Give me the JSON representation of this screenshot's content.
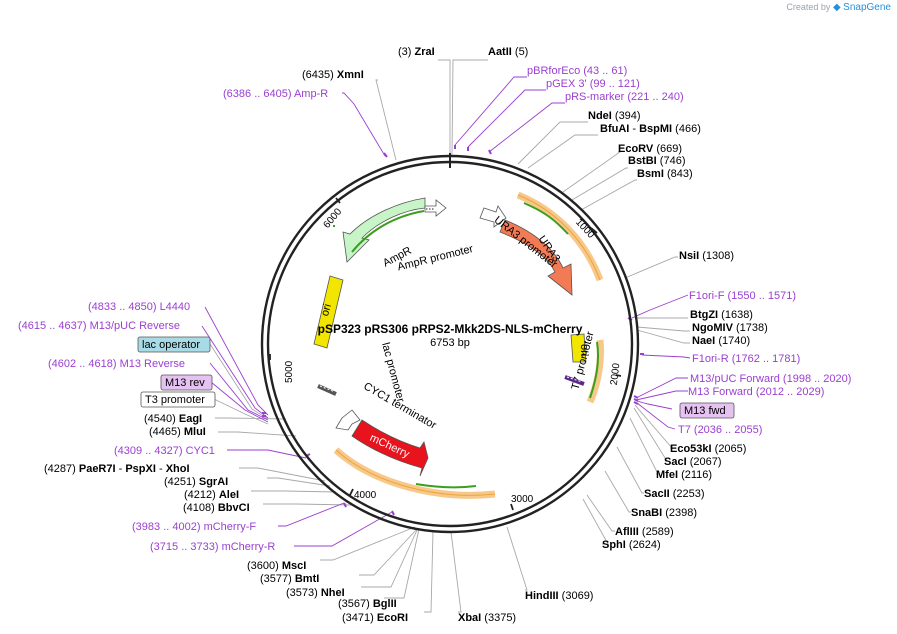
{
  "credit": {
    "prefix": "Created by",
    "brand": "SnapGene"
  },
  "plasmid": {
    "name": "pSP323 pRS306 pRPS2-Mkk2DS-NLS-mCherry",
    "size": "6753 bp",
    "length": 6753
  },
  "ticks": [
    "1000",
    "2000",
    "3000",
    "4000",
    "5000",
    "6000"
  ],
  "sites": [
    {
      "id": "zrai",
      "pos": "(3)",
      "name": "ZraI"
    },
    {
      "id": "aatii",
      "pos": "(5)",
      "name": "AatII"
    },
    {
      "id": "xmni",
      "pos": "(6435)",
      "name": "XmnI"
    },
    {
      "id": "ndei",
      "pos": "(394)",
      "name": "NdeI"
    },
    {
      "id": "bfuai",
      "pos": "(466)",
      "name": "BfuAI",
      "name2": "BspMI"
    },
    {
      "id": "ecorv",
      "pos": "(669)",
      "name": "EcoRV"
    },
    {
      "id": "bstbi",
      "pos": "(746)",
      "name": "BstBI"
    },
    {
      "id": "bsmi",
      "pos": "(843)",
      "name": "BsmI"
    },
    {
      "id": "nsii",
      "pos": "(1308)",
      "name": "NsiI"
    },
    {
      "id": "btgzi",
      "pos": "(1638)",
      "name": "BtgZI"
    },
    {
      "id": "ngomiv",
      "pos": "(1738)",
      "name": "NgoMIV"
    },
    {
      "id": "naei",
      "pos": "(1740)",
      "name": "NaeI"
    },
    {
      "id": "eco53ki",
      "pos": "(2065)",
      "name": "Eco53kI"
    },
    {
      "id": "saci",
      "pos": "(2067)",
      "name": "SacI"
    },
    {
      "id": "mfei",
      "pos": "(2116)",
      "name": "MfeI"
    },
    {
      "id": "sacii",
      "pos": "(2253)",
      "name": "SacII"
    },
    {
      "id": "snabi",
      "pos": "(2398)",
      "name": "SnaBI"
    },
    {
      "id": "aflii",
      "pos": "(2589)",
      "name": "AflIII"
    },
    {
      "id": "sphi",
      "pos": "(2624)",
      "name": "SphI"
    },
    {
      "id": "hindiii",
      "pos": "(3069)",
      "name": "HindIII"
    },
    {
      "id": "xbai",
      "pos": "(3375)",
      "name": "XbaI"
    },
    {
      "id": "ecori",
      "pos": "(3471)",
      "name": "EcoRI"
    },
    {
      "id": "bglii",
      "pos": "(3567)",
      "name": "BglII"
    },
    {
      "id": "nhei",
      "pos": "(3573)",
      "name": "NheI"
    },
    {
      "id": "bmti",
      "pos": "(3577)",
      "name": "BmtI"
    },
    {
      "id": "msci",
      "pos": "(3600)",
      "name": "MscI"
    },
    {
      "id": "bbvci",
      "pos": "(4108)",
      "name": "BbvCI"
    },
    {
      "id": "alei",
      "pos": "(4212)",
      "name": "AleI"
    },
    {
      "id": "sgrai",
      "pos": "(4251)",
      "name": "SgrAI"
    },
    {
      "id": "paer7i",
      "pos": "(4287)",
      "name": "PaeR7I",
      "name2": "PspXI",
      "name3": "XhoI"
    },
    {
      "id": "mlui",
      "pos": "(4465)",
      "name": "MluI"
    },
    {
      "id": "eagi",
      "pos": "(4540)",
      "name": "EagI"
    }
  ],
  "primers": [
    {
      "id": "amp-r",
      "range": "(6386 .. 6405)",
      "name": "Amp-R"
    },
    {
      "id": "pbrforeco",
      "range": "(43 .. 61)",
      "name": "pBRforEco"
    },
    {
      "id": "pgex3",
      "range": "(99 .. 121)",
      "name": "pGEX 3'"
    },
    {
      "id": "prs-marker",
      "range": "(221 .. 240)",
      "name": "pRS-marker"
    },
    {
      "id": "f1ori-f",
      "range": "(1550 .. 1571)",
      "name": "F1ori-F"
    },
    {
      "id": "f1ori-r",
      "range": "(1762 .. 1781)",
      "name": "F1ori-R"
    },
    {
      "id": "m13puc-fwd",
      "range": "(1998 .. 2020)",
      "name": "M13/pUC Forward"
    },
    {
      "id": "m13-fwd-long",
      "range": "(2012 .. 2029)",
      "name": "M13 Forward"
    },
    {
      "id": "t7",
      "range": "(2036 .. 2055)",
      "name": "T7"
    },
    {
      "id": "cyc1",
      "range": "(4309 .. 4327)",
      "name": "CYC1"
    },
    {
      "id": "mcherry-f",
      "range": "(3983 .. 4002)",
      "name": "mCherry-F"
    },
    {
      "id": "mcherry-r",
      "range": "(3715 .. 3733)",
      "name": "mCherry-R"
    },
    {
      "id": "m13-reverse",
      "range": "(4602 .. 4618)",
      "name": "M13 Reverse"
    },
    {
      "id": "m13puc-rev",
      "range": "(4615 .. 4637)",
      "name": "M13/pUC Reverse"
    },
    {
      "id": "l4440",
      "range": "(4833 .. 4850)",
      "name": "L4440"
    }
  ],
  "boxed": {
    "m13_fwd": "M13 fwd",
    "m13_rev": "M13 rev",
    "lac_operator": "lac operator",
    "t3_promoter": "T3 promoter"
  },
  "features": {
    "ampr": "AmpR",
    "ampr_promoter": "AmpR promoter",
    "ura3": "URA3",
    "ura3_promoter": "URA3 promoter",
    "ori_left": "ori",
    "ori_right": "ori",
    "t7_promoter": "T7 promoter",
    "lac_promoter": "lac promoter",
    "cyc1_terminator": "CYC1 terminator",
    "mcherry": "mCherry"
  },
  "colors": {
    "backbone": "#222222",
    "site_line": "#a8a8a8",
    "primer": "#9b3fd0",
    "ampr_fill": "#c8f5c8",
    "ura3_fill": "#f27a55",
    "ori_fill": "#f2e600",
    "mcherry_fill": "#e8131c",
    "orf_fill": "#f6c98a",
    "orf_line": "#3c9e1e",
    "boxed_purple": "#e6c2f2",
    "boxed_cyan": "#a8dbe6"
  }
}
